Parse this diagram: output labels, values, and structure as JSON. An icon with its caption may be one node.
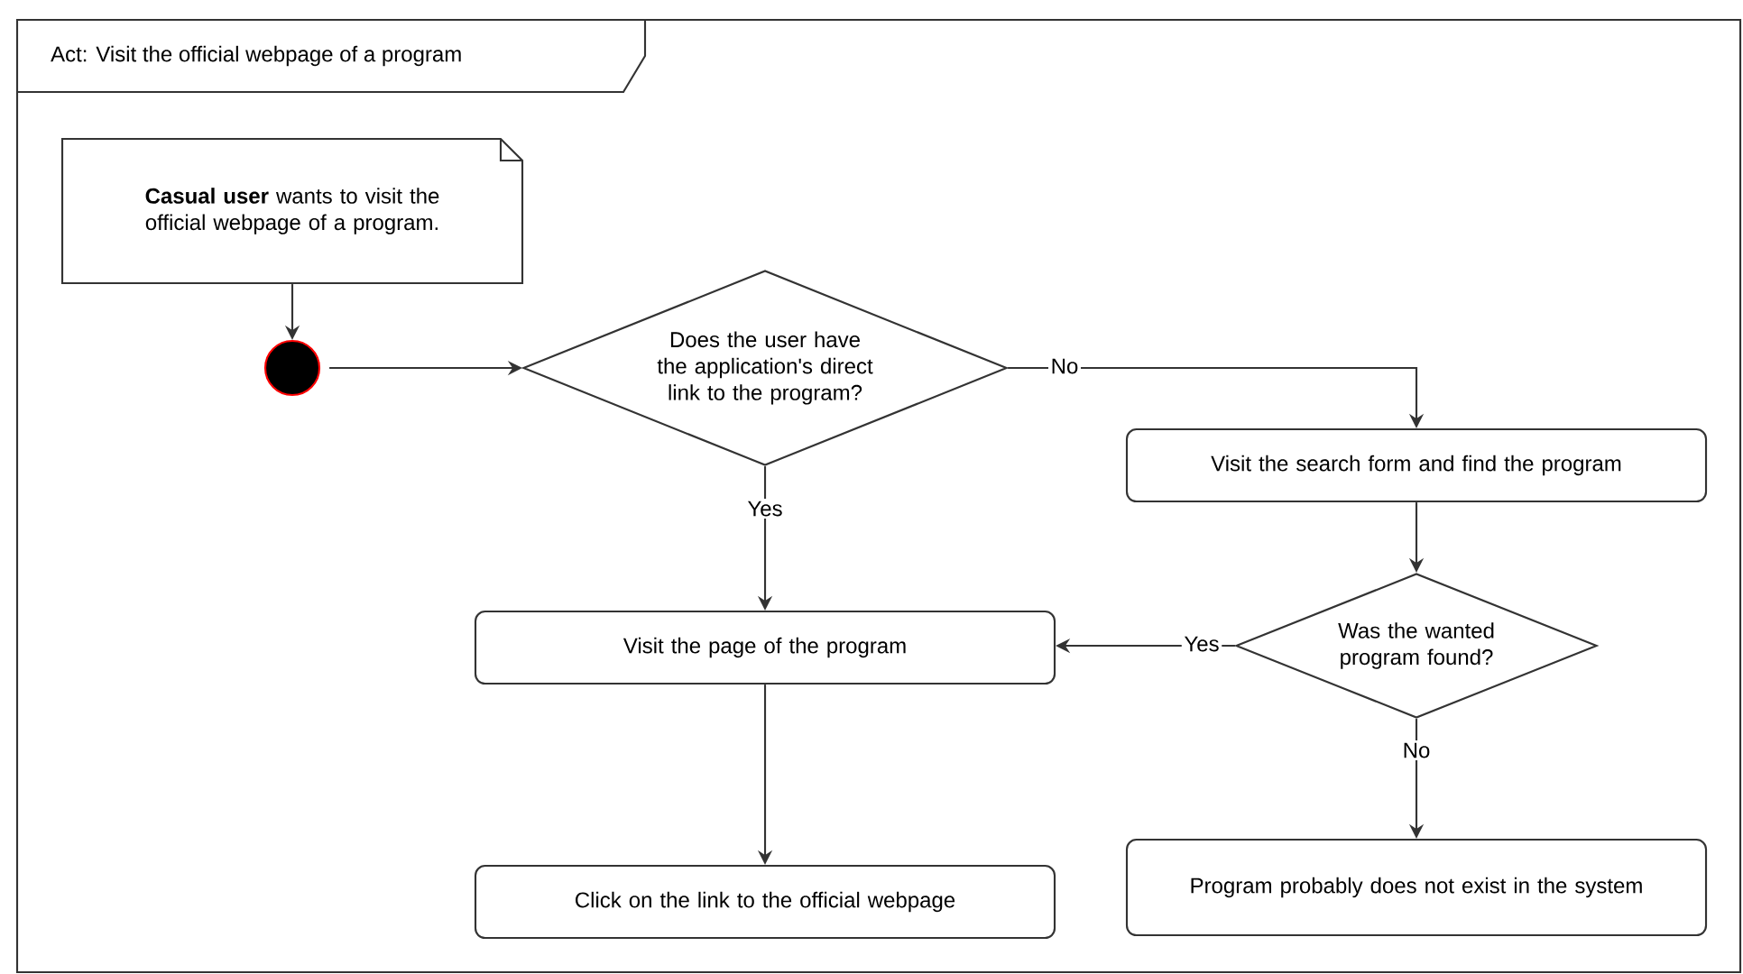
{
  "diagram": {
    "nodes": [
      {
        "text": [
          "Act: Visit the official webpage of a program"
        ]
      },
      {
        "text": [
          "**Casual user** wants to visit the official webpage of a program."
        ],
        "in": 0
      },
      {
        "text": [],
        "shape": "circle",
        "in": 0
      },
      {
        "text": [
          "Does the user have the application's direct link to the program?"
        ],
        "in": 0
      },
      {
        "text": [
          "Visit the search form and find the program"
        ],
        "in": 0
      },
      {
        "text": [
          "Was the wanted program found?"
        ],
        "in": 0
      },
      {
        "text": [
          "Visit the page of the program"
        ],
        "in": 0
      },
      {
        "text": [
          "Click on the link to the official webpage"
        ],
        "in": 0
      },
      {
        "text": [
          "Program probably does not exist in the system"
        ],
        "in": 0
      }
    ],
    "edges": [
      {
        "from": 1,
        "to": 2,
        "arrow": "to"
      },
      {
        "from": 2,
        "to": 3,
        "arrow": "to"
      },
      {
        "from": 3,
        "to": 4,
        "arrow": "to",
        "label": "No"
      },
      {
        "from": 3,
        "to": 6,
        "arrow": "to",
        "label": "Yes"
      },
      {
        "from": 4,
        "to": 5,
        "arrow": "to"
      },
      {
        "from": 5,
        "to": 6,
        "arrow": "to",
        "label": "Yes"
      },
      {
        "from": 5,
        "to": 8,
        "arrow": "to",
        "label": "No"
      },
      {
        "from": 6,
        "to": 7,
        "arrow": "to"
      }
    ]
  }
}
